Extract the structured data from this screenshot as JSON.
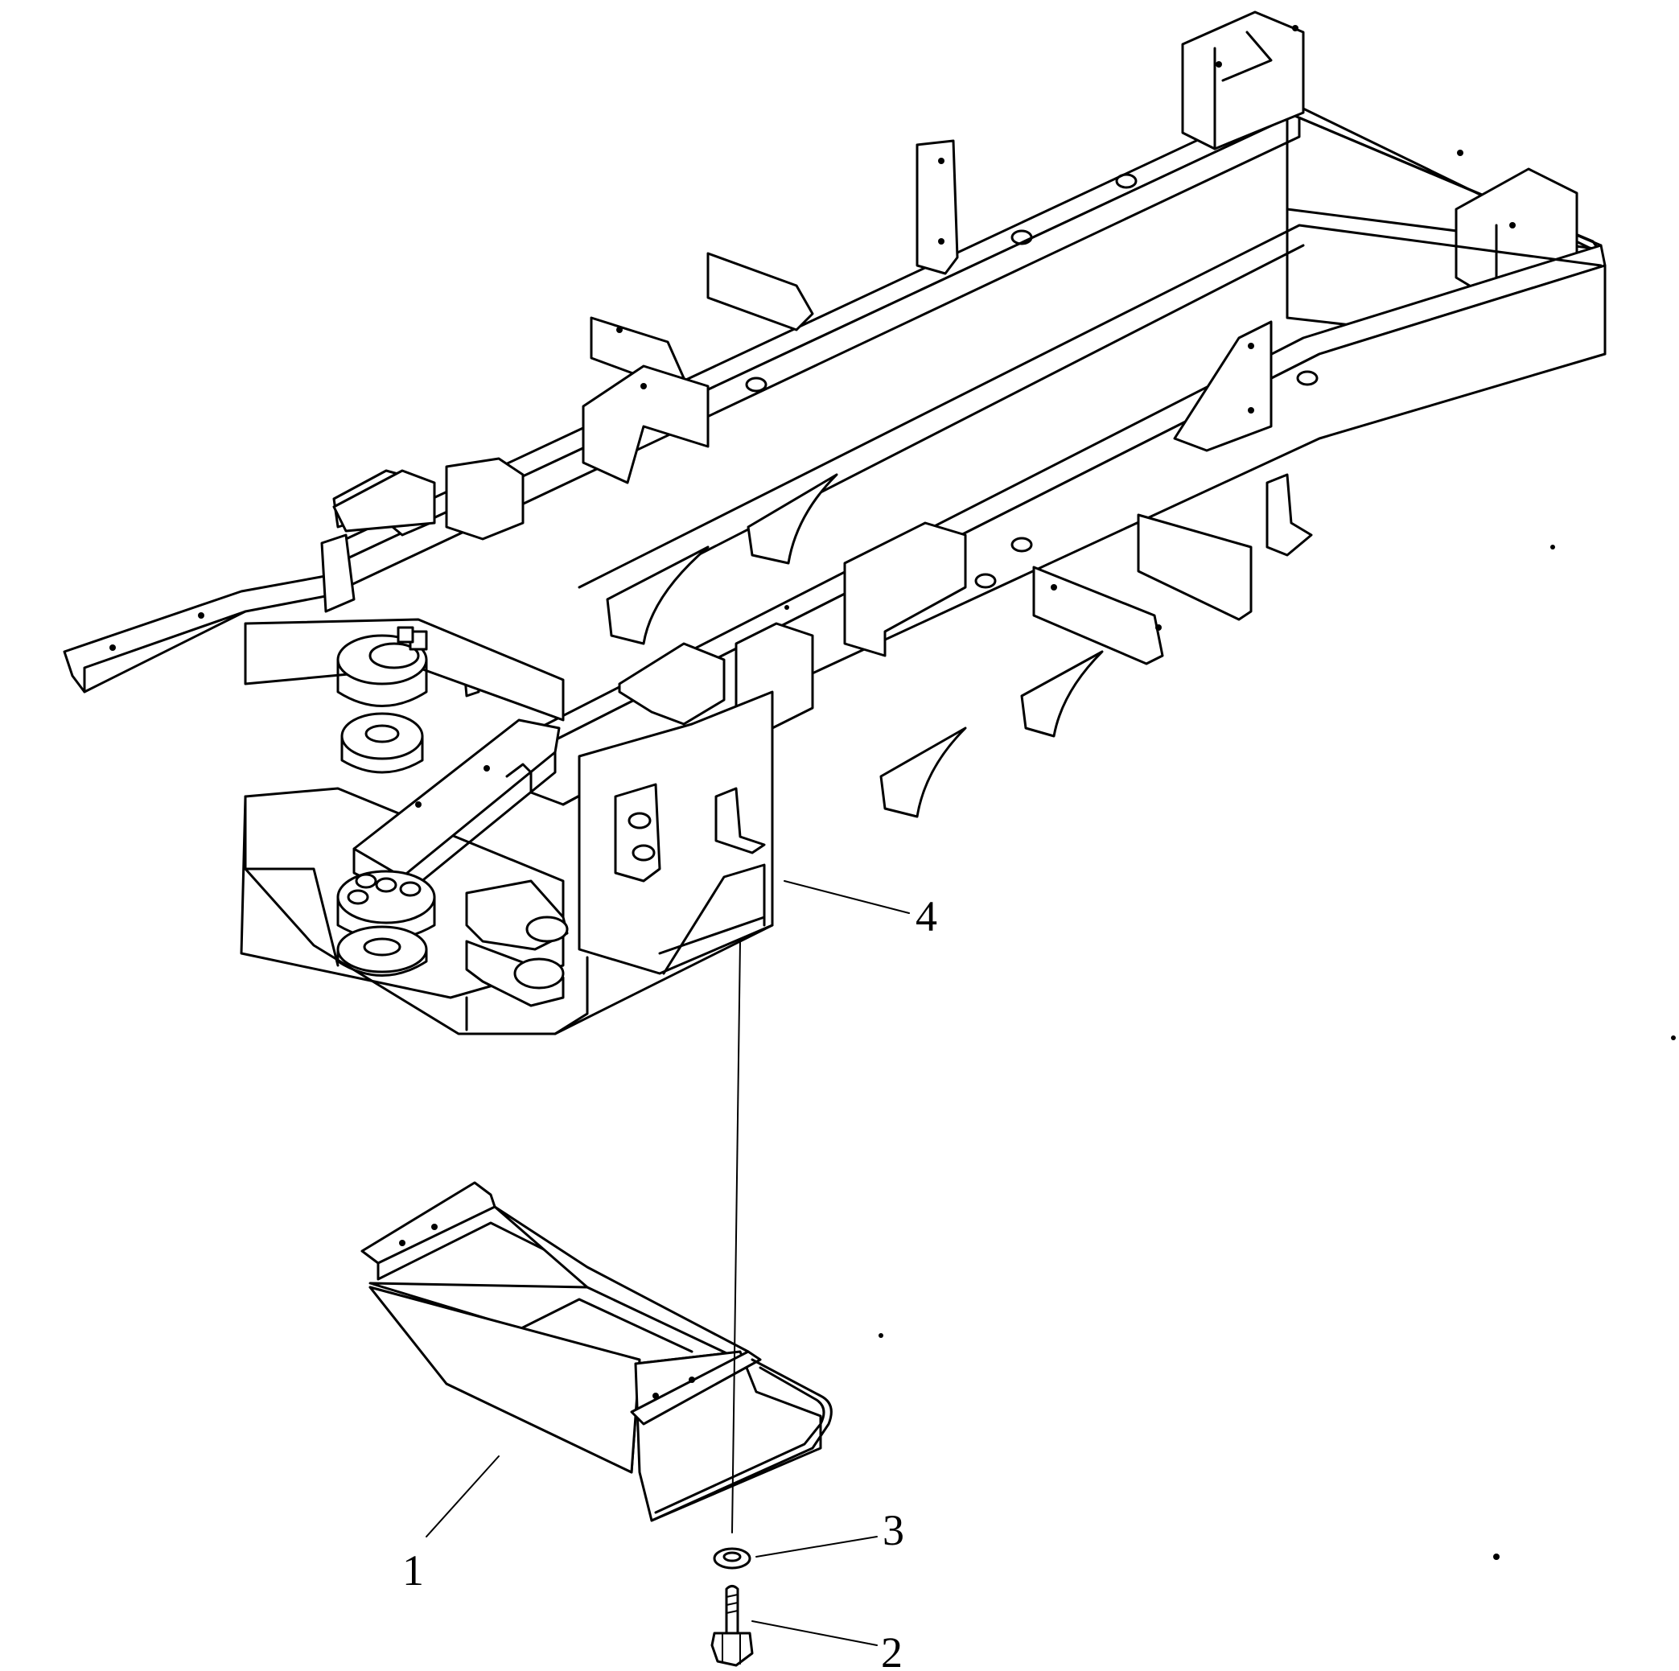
{
  "diagram": {
    "callouts": [
      {
        "id": "1",
        "label": "1",
        "part": "cover"
      },
      {
        "id": "2",
        "label": "2",
        "part": "bolt"
      },
      {
        "id": "3",
        "label": "3",
        "part": "washer"
      },
      {
        "id": "4",
        "label": "4",
        "part": "frame"
      }
    ],
    "colors": {
      "line": "#000000",
      "background": "#ffffff"
    }
  }
}
